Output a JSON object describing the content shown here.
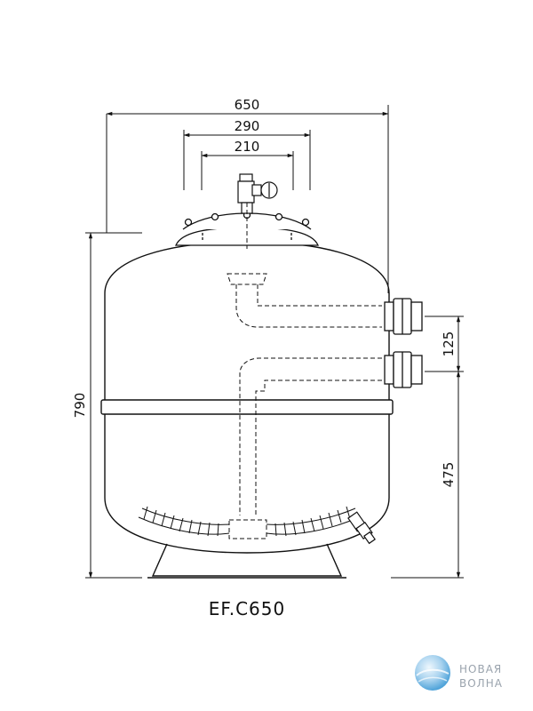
{
  "dimensions": {
    "overall_width": "650",
    "lid_width": "290",
    "valve_width": "210",
    "total_height": "790",
    "port_spacing": "125",
    "port_height": "475"
  },
  "model": "EF.C650",
  "watermark": {
    "line1": "НОВАЯ",
    "line2": "ВОЛНА"
  },
  "colors": {
    "line": "#111111",
    "watermark": "#9aa3ad",
    "globe_light": "#cfe6f7",
    "globe_dark": "#4fa3d9"
  }
}
